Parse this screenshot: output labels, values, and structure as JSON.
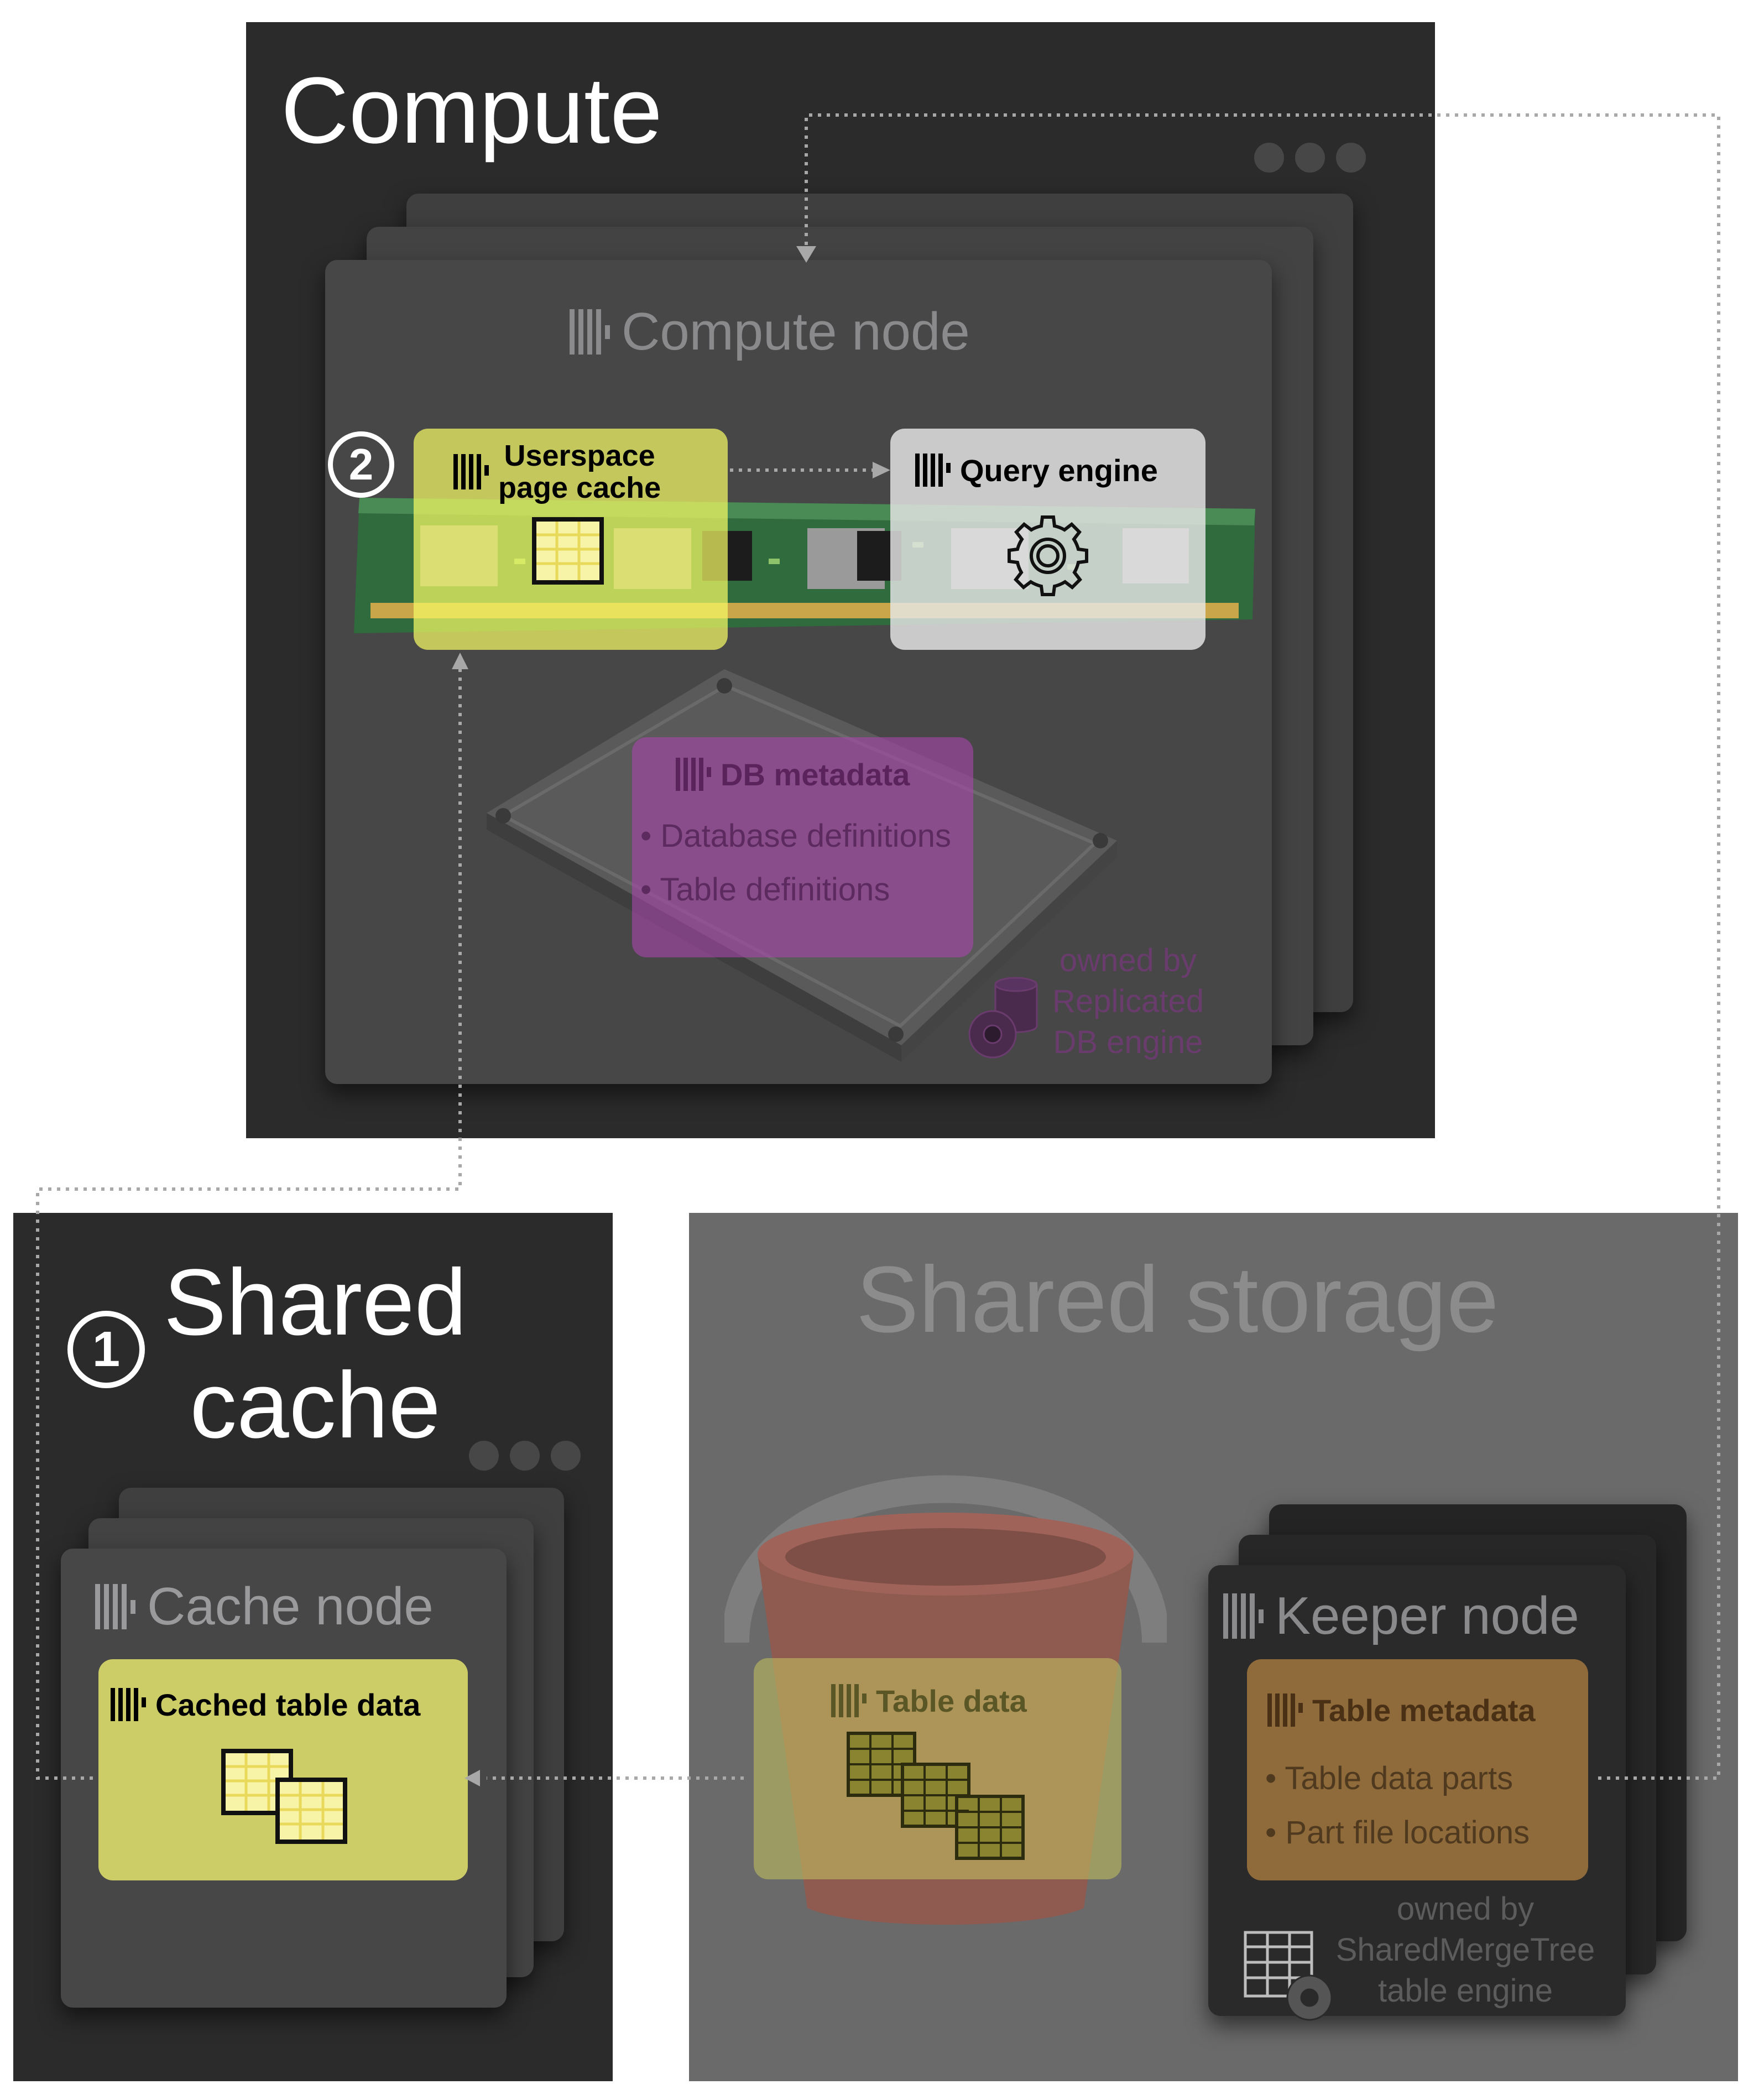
{
  "compute": {
    "title": "Compute",
    "node_title": "Compute node",
    "userspace_cache": {
      "line1": "Userspace",
      "line2": "page cache",
      "marker": "2"
    },
    "query_engine": "Query engine",
    "db_metadata": {
      "title": "DB metadata",
      "items": [
        "Database definitions",
        "Table definitions"
      ]
    },
    "owned_by": [
      "owned by",
      "Replicated",
      "DB engine"
    ]
  },
  "shared_cache": {
    "title_line1": "Shared",
    "title_line2": "cache",
    "marker": "1",
    "node_title": "Cache node",
    "cached_box": "Cached table data"
  },
  "shared_storage": {
    "title": "Shared storage",
    "table_data": "Table data",
    "keeper_node_title": "Keeper node",
    "table_metadata": {
      "title": "Table metadata",
      "items": [
        "Table data parts",
        "Part file locations"
      ]
    },
    "owned_by": [
      "owned by",
      "SharedMergeTree",
      "table engine"
    ]
  },
  "colors": {
    "panel_dark": "#2b2b2c",
    "panel_gray": "#6a6a6a",
    "node_gray": "#464647",
    "node_dark": "#2a2a2b",
    "yellow": "#faff69",
    "purple": "#a546a8",
    "orange": "#8f6a3a",
    "red_bucket": "#b5574a"
  },
  "icons": [
    "clickhouse-logo-icon",
    "grid-icon",
    "gear-icon",
    "database-gear-icon",
    "bucket-icon",
    "ram-module-icon",
    "ssd-icon",
    "more-dots-icon"
  ]
}
